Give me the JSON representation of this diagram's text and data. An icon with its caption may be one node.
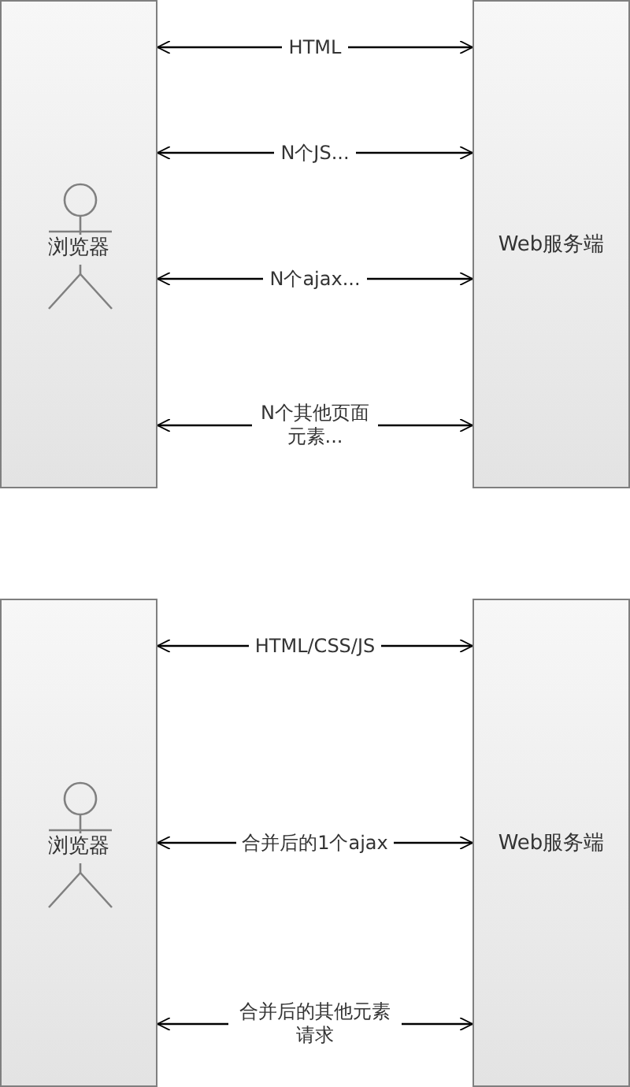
{
  "diagram": {
    "nodes": [
      {
        "text": [
          "浏览器"
        ]
      },
      {
        "text": [
          "Web服务端"
        ]
      },
      {
        "text": [
          "浏览器"
        ]
      },
      {
        "text": [
          "Web服务端"
        ]
      }
    ],
    "edges": [
      {
        "from": 0,
        "to": 1,
        "arrow": "both",
        "label": "HTML"
      },
      {
        "from": 0,
        "to": 1,
        "arrow": "both",
        "label": "N个JS..."
      },
      {
        "from": 0,
        "to": 1,
        "arrow": "both",
        "label": "N个ajax..."
      },
      {
        "from": 0,
        "to": 1,
        "arrow": "both",
        "label": "N个其他页面元素..."
      },
      {
        "from": 2,
        "to": 3,
        "arrow": "both",
        "label": "HTML/CSS/JS"
      },
      {
        "from": 2,
        "to": 3,
        "arrow": "both",
        "label": "合并后的1个ajax"
      },
      {
        "from": 2,
        "to": 3,
        "arrow": "both",
        "label": "合并后的其他元素请求"
      }
    ]
  }
}
